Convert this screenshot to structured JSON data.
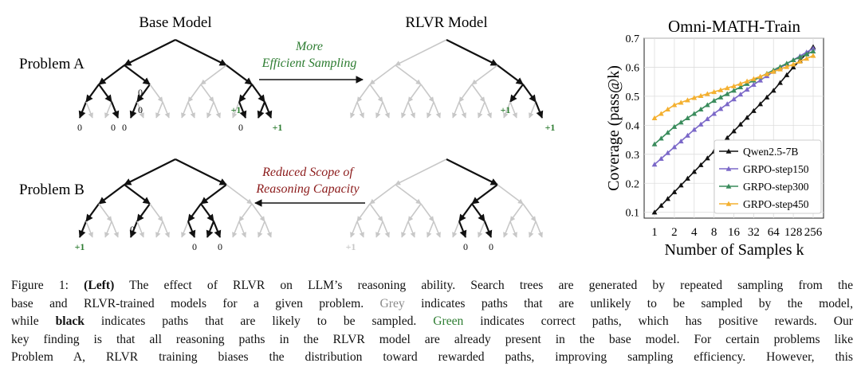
{
  "figure": {
    "left": {
      "col_titles": {
        "base": "Base Model",
        "rlvr": "RLVR Model"
      },
      "row_labels": {
        "a": "Problem A",
        "b": "Problem B"
      },
      "arrow_top": {
        "line1": "More",
        "line2": "Efficient Sampling",
        "color": "#2e7d32"
      },
      "arrow_bottom": {
        "line1": "Reduced Scope of",
        "line2": "Reasoning Capacity",
        "color": "#8b1a1a"
      },
      "labels": {
        "zero": "0",
        "plus_one": "+1"
      },
      "colors": {
        "likely": "#111111",
        "unlikely": "#c8c8c8",
        "correct": "#2e7d32"
      }
    },
    "chart_data": {
      "type": "line",
      "title": "Omni-MATH-Train",
      "xlabel": "Number of Samples k",
      "ylabel": "Coverage (pass@k)",
      "x": [
        1,
        2,
        4,
        8,
        16,
        32,
        64,
        128,
        256
      ],
      "x_tick_labels": [
        "1",
        "2",
        "4",
        "8",
        "16",
        "32",
        "64",
        "128",
        "256"
      ],
      "xscale": "log2",
      "ylim": [
        0.08,
        0.7
      ],
      "y_ticks": [
        0.1,
        0.2,
        0.3,
        0.4,
        0.5,
        0.6,
        0.7
      ],
      "y_tick_labels": [
        "0.1",
        "0.2",
        "0.3",
        "0.4",
        "0.5",
        "0.6",
        "0.7"
      ],
      "grid": true,
      "legend_position": "bottom-right",
      "series": [
        {
          "name": "Qwen2.5-7B",
          "color": "#111111",
          "marker": "triangle",
          "values": [
            0.1,
            0.17,
            0.24,
            0.31,
            0.38,
            0.45,
            0.52,
            0.6,
            0.67
          ]
        },
        {
          "name": "GRPO-step150",
          "color": "#7b68c8",
          "marker": "triangle",
          "values": [
            0.265,
            0.325,
            0.385,
            0.44,
            0.49,
            0.54,
            0.585,
            0.625,
            0.665
          ]
        },
        {
          "name": "GRPO-step300",
          "color": "#3a8c5c",
          "marker": "triangle",
          "values": [
            0.335,
            0.395,
            0.44,
            0.485,
            0.52,
            0.555,
            0.59,
            0.625,
            0.655
          ]
        },
        {
          "name": "GRPO-step450",
          "color": "#f4b030",
          "marker": "triangle",
          "values": [
            0.425,
            0.47,
            0.495,
            0.515,
            0.535,
            0.56,
            0.585,
            0.61,
            0.64
          ]
        }
      ]
    }
  },
  "caption": {
    "line1_a": "Figure 1: ",
    "line1_b": "(Left)",
    "line1_c": " The effect of RLVR on LLM’s reasoning ability. Search trees are generated by repeated sampling from the",
    "line2_a": "base and RLVR-trained models for a given problem. ",
    "line2_grey": "Grey",
    "line2_b": " indicates paths that are unlikely to be sampled by the model,",
    "line3_a": "while ",
    "line3_black": "black",
    "line3_b": " indicates paths that are likely to be sampled. ",
    "line3_green": "Green",
    "line3_c": " indicates correct paths, which has positive rewards. Our",
    "line4": "key finding is that all reasoning paths in the RLVR model are already present in the base model. For certain problems like",
    "line5": "Problem A, RLVR training biases the distribution toward rewarded paths, improving sampling efficiency. However, this"
  }
}
